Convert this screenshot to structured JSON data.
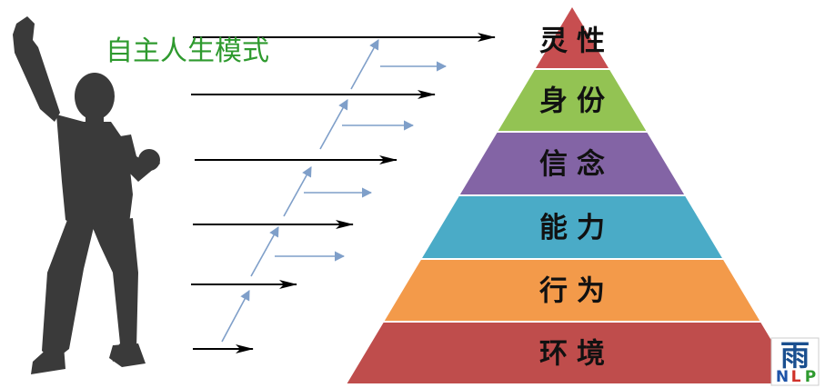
{
  "caption": "自主人生模式",
  "pyramid": {
    "levels": [
      {
        "label": "灵性",
        "color": "#c74e50"
      },
      {
        "label": "身份",
        "color": "#93c353"
      },
      {
        "label": "信念",
        "color": "#8364a5"
      },
      {
        "label": "能力",
        "color": "#4aabc7"
      },
      {
        "label": "行为",
        "color": "#f39a4a"
      },
      {
        "label": "环境",
        "color": "#bf4d4c"
      }
    ]
  },
  "logo": {
    "char": "雨",
    "letters": [
      "N",
      "L",
      "P"
    ]
  },
  "colors": {
    "silhouette": "#3a3a3a",
    "black_arrow": "#000000",
    "blue_arrow": "#7f9fc9",
    "caption_text": "#2e9a2e"
  }
}
